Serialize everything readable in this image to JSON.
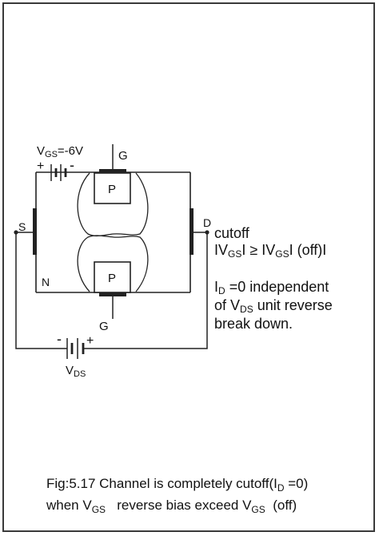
{
  "circuit": {
    "vgs_label": "V",
    "vgs_sub": "GS",
    "vgs_value": "=-6V",
    "gate_top_label": "G",
    "gate_bottom_label": "G",
    "source_label": "S",
    "drain_label": "D",
    "n_label": "N",
    "p_top_label": "P",
    "p_bottom_label": "P",
    "battery_top_plus": "+",
    "battery_top_minus": "-",
    "battery_bottom_minus": "-",
    "battery_bottom_plus": "+",
    "vds_label": "V",
    "vds_sub": "DS"
  },
  "annotation": {
    "line1": "cutoff",
    "line2_a": "IV",
    "line2_sub1": "GS",
    "line2_b": "I ≥ IV",
    "line2_sub2": "GS",
    "line2_c": "I (off)I",
    "line3_a": "I",
    "line3_sub": "D",
    "line3_b": " =0 independent",
    "line4_a": "of V",
    "line4_sub": "DS",
    "line4_b": "   unit reverse",
    "line5": "break down."
  },
  "caption": {
    "line1_a": "Fig:5.17 Channel is completely cutoff(I",
    "line1_sub": "D",
    "line1_b": " =0)",
    "line2_a": "when V",
    "line2_sub1": "GS",
    "line2_b": "   reverse bias exceed V",
    "line2_sub2": "GS",
    "line2_c": "  (off)"
  }
}
